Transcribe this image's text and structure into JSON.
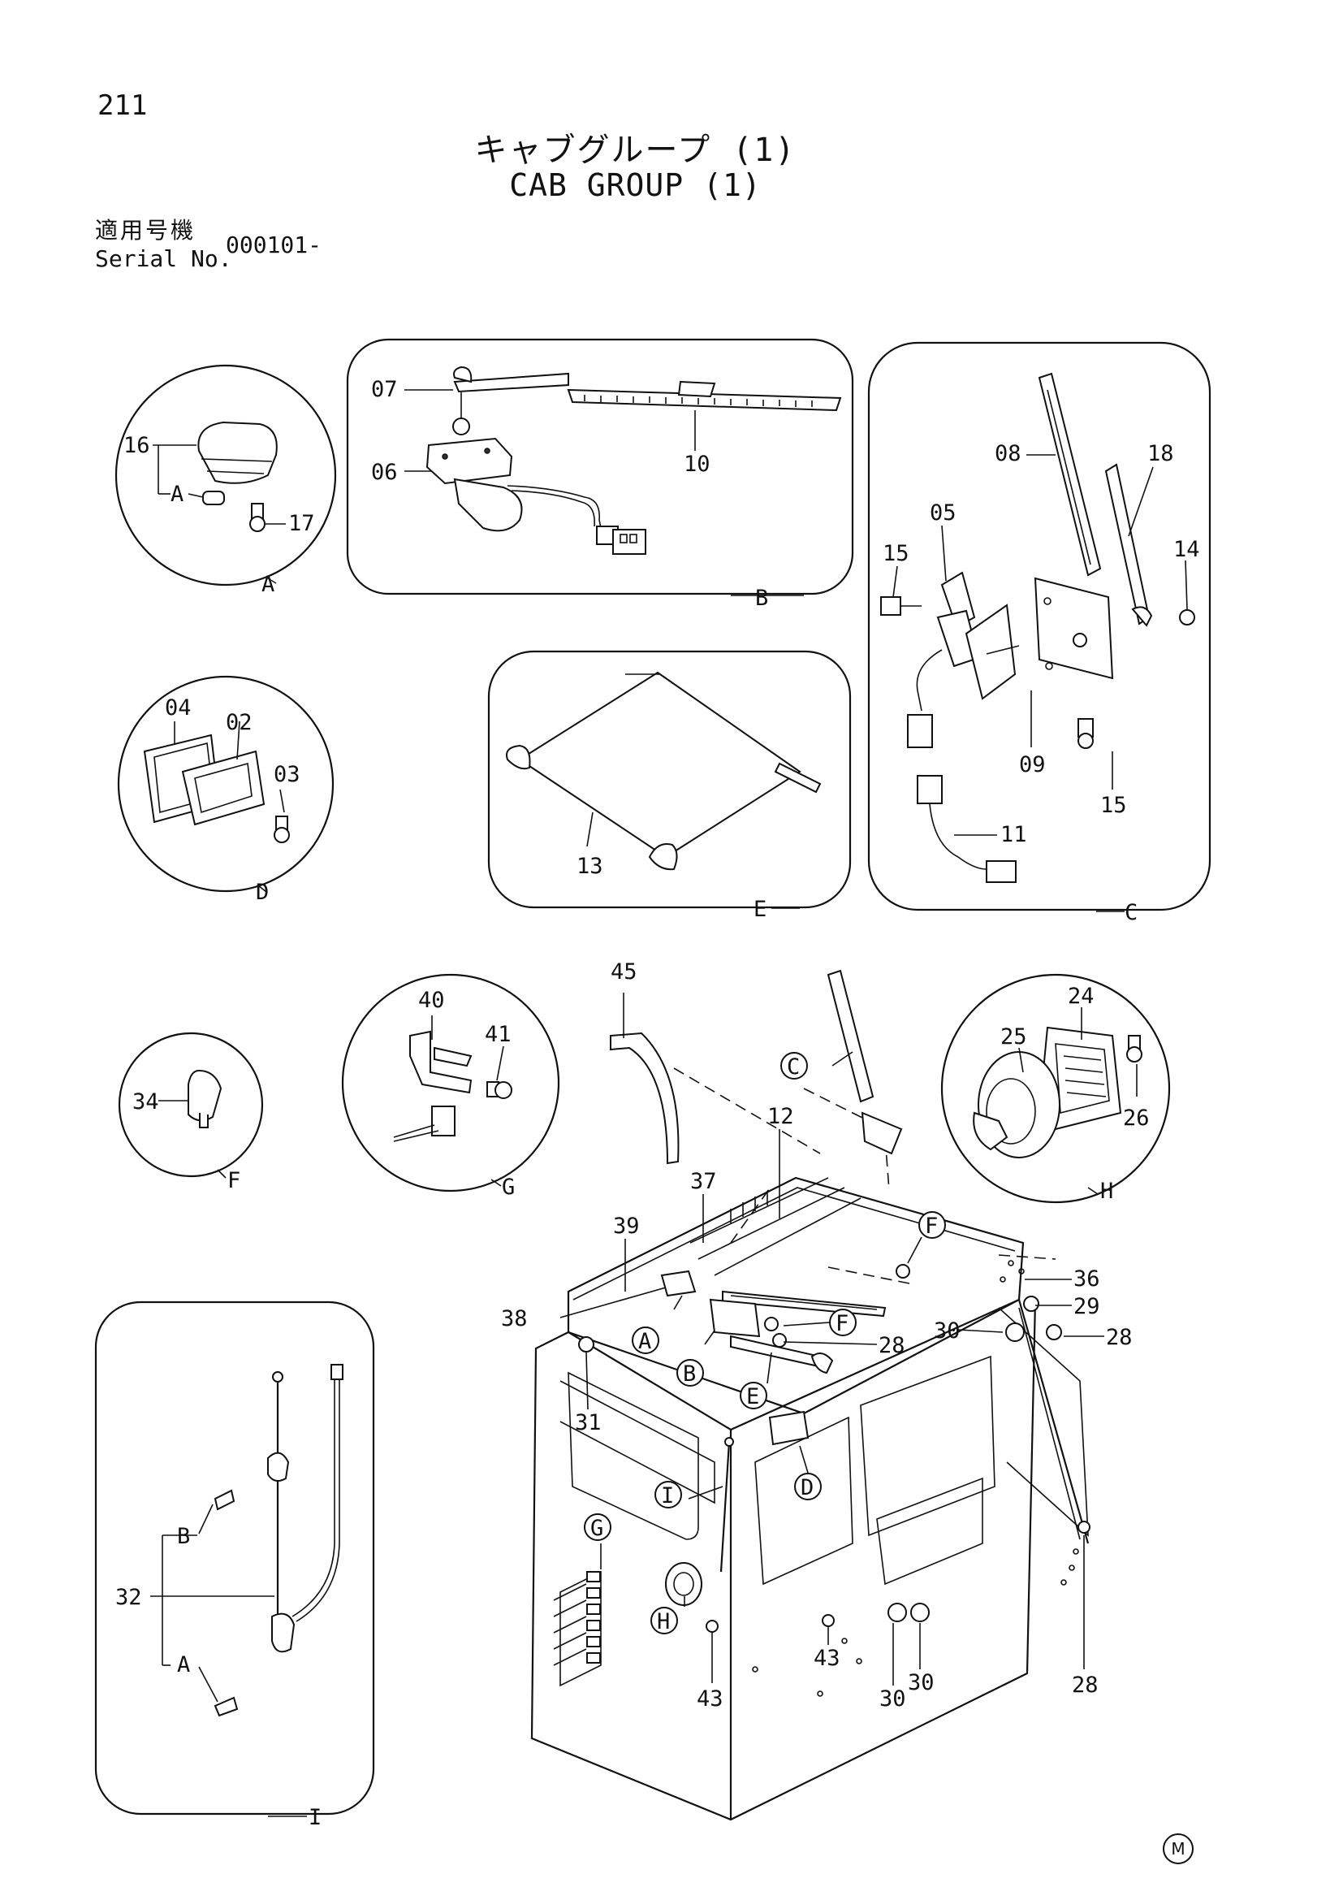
{
  "header": {
    "page_number": "211",
    "title_jp": "キャブグループ (1)",
    "title_en": "CAB GROUP (1)",
    "serial_label_jp": "適用号機",
    "serial_label_en": "Serial No.",
    "serial_value": "000101-"
  },
  "detail_views": [
    {
      "letter": "A",
      "parts": [
        "16",
        "17"
      ],
      "sub_label": "A"
    },
    {
      "letter": "B",
      "parts": [
        "07",
        "06",
        "10"
      ]
    },
    {
      "letter": "C",
      "parts": [
        "08",
        "18",
        "05",
        "15",
        "14",
        "09",
        "15",
        "11"
      ]
    },
    {
      "letter": "D",
      "parts": [
        "04",
        "02",
        "03"
      ]
    },
    {
      "letter": "E",
      "parts": [
        "13"
      ]
    },
    {
      "letter": "F",
      "parts": [
        "34"
      ]
    },
    {
      "letter": "G",
      "parts": [
        "40",
        "41"
      ]
    },
    {
      "letter": "H",
      "parts": [
        "24",
        "25",
        "26"
      ]
    },
    {
      "letter": "I",
      "parts": [
        "32"
      ],
      "sub_labels": [
        "B",
        "A"
      ]
    }
  ],
  "main_view": {
    "part_labels": [
      "45",
      "12",
      "37",
      "39",
      "38",
      "31",
      "36",
      "29",
      "30",
      "28",
      "28",
      "28",
      "43",
      "43",
      "30",
      "30"
    ],
    "callouts": [
      "C",
      "F",
      "F",
      "A",
      "B",
      "E",
      "D",
      "I",
      "G",
      "H"
    ]
  },
  "page_mark": "M"
}
